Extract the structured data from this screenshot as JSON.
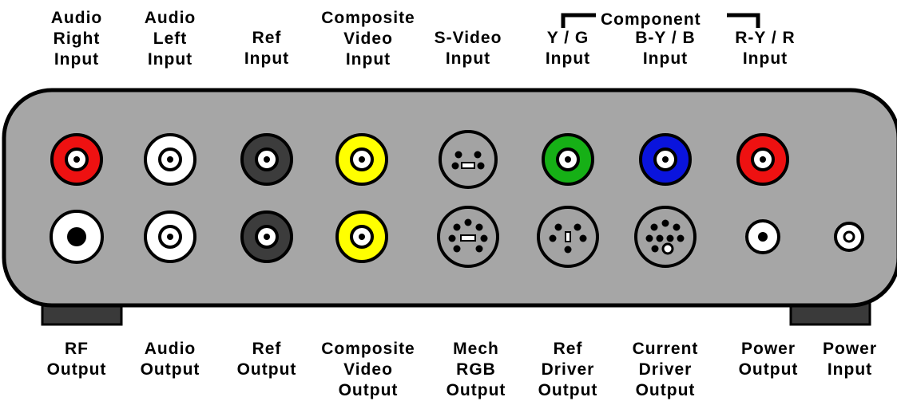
{
  "component_group_label": "Component",
  "top_labels": [
    {
      "lines": [
        "Audio",
        "Right",
        "Input"
      ]
    },
    {
      "lines": [
        "Audio",
        "Left",
        "Input"
      ]
    },
    {
      "lines": [
        "Ref",
        "Input"
      ]
    },
    {
      "lines": [
        "Composite",
        "Video",
        "Input"
      ]
    },
    {
      "lines": [
        "S-Video",
        "Input"
      ]
    },
    {
      "lines": [
        "Y / G",
        "Input"
      ]
    },
    {
      "lines": [
        "B-Y / B",
        "Input"
      ]
    },
    {
      "lines": [
        "R-Y / R",
        "Input"
      ]
    }
  ],
  "bottom_labels": [
    {
      "lines": [
        "RF",
        "Output"
      ]
    },
    {
      "lines": [
        "Audio",
        "Output"
      ]
    },
    {
      "lines": [
        "Ref",
        "Output"
      ]
    },
    {
      "lines": [
        "Composite",
        "Video",
        "Output"
      ]
    },
    {
      "lines": [
        "Mech",
        "RGB",
        "Output"
      ]
    },
    {
      "lines": [
        "Ref",
        "Driver",
        "Output"
      ]
    },
    {
      "lines": [
        "Current",
        "Driver",
        "Output"
      ]
    },
    {
      "lines": [
        "Power",
        "Output"
      ]
    },
    {
      "lines": [
        "Power",
        "Input"
      ]
    }
  ],
  "colors": {
    "panel": "#a6a6a6",
    "red": "#ee1111",
    "white": "#ffffff",
    "black": "#3c3c3c",
    "yellow": "#ffff00",
    "green": "#16b016",
    "blue": "#0a14dd",
    "din": "#a3a3a3"
  },
  "top_connectors": [
    {
      "kind": "rca",
      "color": "red",
      "name": "audio-right-input-jack"
    },
    {
      "kind": "rca",
      "color": "white",
      "name": "audio-left-input-jack"
    },
    {
      "kind": "rca",
      "color": "black",
      "name": "ref-input-jack"
    },
    {
      "kind": "rca",
      "color": "yellow",
      "name": "composite-video-input-jack"
    },
    {
      "kind": "svideo",
      "name": "s-video-input-jack"
    },
    {
      "kind": "rca",
      "color": "green",
      "name": "y-g-input-jack"
    },
    {
      "kind": "rca",
      "color": "blue",
      "name": "b-y-b-input-jack"
    },
    {
      "kind": "rca",
      "color": "red",
      "name": "r-y-r-input-jack"
    }
  ],
  "bottom_connectors": [
    {
      "kind": "rf",
      "name": "rf-output-jack"
    },
    {
      "kind": "rca",
      "color": "white",
      "name": "audio-output-jack"
    },
    {
      "kind": "rca",
      "color": "black",
      "name": "ref-output-jack"
    },
    {
      "kind": "rca",
      "color": "yellow",
      "name": "composite-video-output-jack"
    },
    {
      "kind": "din-rgb",
      "name": "mech-rgb-output-jack"
    },
    {
      "kind": "din-ref",
      "name": "ref-driver-output-jack"
    },
    {
      "kind": "din-current",
      "name": "current-driver-output-jack"
    },
    {
      "kind": "power",
      "name": "power-output-jack"
    },
    {
      "kind": "power-small",
      "name": "power-input-jack"
    }
  ]
}
